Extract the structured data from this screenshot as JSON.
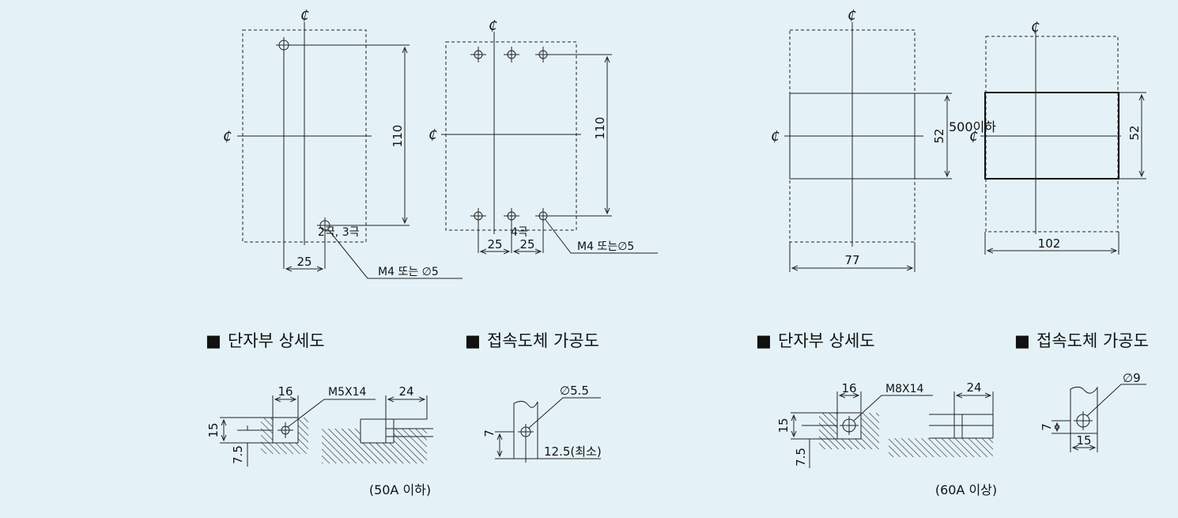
{
  "centerline_symbol": "₵",
  "top_drawings": {
    "d1": {
      "dim_vertical": "110",
      "dim_horizontal": "25",
      "pole_note": "2극, 3극",
      "hole_note": "M4 또는 ∅5"
    },
    "d2": {
      "dim_vertical": "110",
      "dim_horizontal_left": "25",
      "dim_horizontal_right": "25",
      "pole_note": "4극",
      "hole_note": "M4 또는∅5"
    },
    "d3": {
      "dim_vertical": "52",
      "dim_horizontal": "77",
      "side_note": "500이하"
    },
    "d4": {
      "dim_vertical": "52",
      "dim_horizontal": "102"
    }
  },
  "section_headers": {
    "left_terminal": "단자부 상세도",
    "left_conductor": "접속도체 가공도",
    "right_terminal": "단자부 상세도",
    "right_conductor": "접속도체 가공도"
  },
  "bullet": "■",
  "detail_50A": {
    "caption": "(50A 이하)",
    "terminal": {
      "width": "16",
      "bolt": "M5X14",
      "depth": "24",
      "height": "15",
      "offset": "7.5"
    },
    "conductor": {
      "hole": "∅5.5",
      "height": "7",
      "length": "12.5(최소)"
    }
  },
  "detail_60A": {
    "caption": "(60A 이상)",
    "terminal": {
      "width": "16",
      "bolt": "M8X14",
      "depth": "24",
      "height": "15",
      "offset": "7.5"
    },
    "conductor": {
      "hole": "∅9",
      "height": "7",
      "width": "15"
    }
  }
}
